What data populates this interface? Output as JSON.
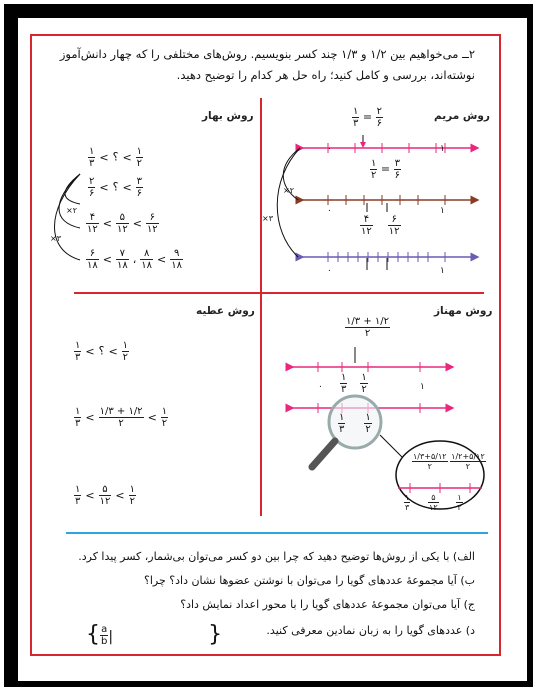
{
  "question": {
    "line1": "۲ــ می‌خواهیم بین ۱/۲ و ۱/۳ چند کسر بنویسیم. روش‌های مختلفی را که چهار دانش‌آموز",
    "line2": "نوشته‌اند، بررسی و کامل کنید؛ راه حل هر کدام را توضیح دهید."
  },
  "methods": {
    "maryam": "روش مریم",
    "bahar": "روش بهار",
    "mahnaz": "روش مهناز",
    "atiyeh": "روش عطیه"
  },
  "maryam": {
    "top_eq": {
      "n1": "۱",
      "d1": "۳",
      "eq": "=",
      "n2": "۲",
      "d2": "۶"
    },
    "mid_eq": {
      "n1": "۱",
      "d1": "۲",
      "eq": "=",
      "n2": "۳",
      "d2": "۶"
    },
    "bottom_fracs": [
      {
        "n": "۴",
        "d": "۱۲"
      },
      {
        "n": "۶",
        "d": "۱۲"
      }
    ],
    "zero": "۰",
    "one": "۱",
    "times2": "×۲",
    "times3": "×۳"
  },
  "bahar": {
    "q": "؟",
    "row1": {
      "a": {
        "n": "۱",
        "d": "۳"
      },
      "b": {
        "n": "۱",
        "d": "۲"
      }
    },
    "row2": {
      "a": {
        "n": "۲",
        "d": "۶"
      },
      "b": {
        "n": "۳",
        "d": "۶"
      }
    },
    "row3": {
      "a": {
        "n": "۴",
        "d": "۱۲"
      },
      "m": {
        "n": "۵",
        "d": "۱۲"
      },
      "b": {
        "n": "۶",
        "d": "۱۲"
      }
    },
    "row4": {
      "a": {
        "n": "۶",
        "d": "۱۸"
      },
      "m": {
        "n": "۷",
        "d": "۱۸"
      },
      "c": {
        "n": "۸",
        "d": "۱۸"
      },
      "b": {
        "n": "۹",
        "d": "۱۸"
      }
    },
    "times2": "×۲",
    "times3": "×۳"
  },
  "mahnaz": {
    "top_sum": {
      "n1": "۱",
      "d1": "۳",
      "plus": "+",
      "n2": "۱",
      "d2": "۲"
    },
    "line1": [
      {
        "n": "۱",
        "d": "۳"
      },
      {
        "n": "۱",
        "d": "۲"
      }
    ],
    "zero": "۰",
    "one": "۱",
    "mag": [
      {
        "n": "۱",
        "d": "۳"
      },
      {
        "n": "۱",
        "d": "۲"
      }
    ],
    "zoom_top": [
      {
        "n1": "۱",
        "d1": "۳",
        "n2": "۵",
        "d2": "۱۲",
        "den": "۲"
      },
      {
        "n1": "۱",
        "d1": "۲",
        "n2": "۵",
        "d2": "۱۲",
        "den": "۲"
      }
    ],
    "zoom_bottom": [
      {
        "n": "۱",
        "d": "۳"
      },
      {
        "n": "۵",
        "d": "۱۲"
      },
      {
        "n": "۱",
        "d": "۲"
      }
    ]
  },
  "atiyeh": {
    "q": "؟",
    "r1": {
      "a": {
        "n": "۱",
        "d": "۳"
      },
      "b": {
        "n": "۱",
        "d": "۲"
      }
    },
    "r2": {
      "a": {
        "n": "۱",
        "d": "۳"
      },
      "top": "۱/۳ + ۱/۲",
      "den": "۲",
      "b": {
        "n": "۱",
        "d": "۲"
      }
    },
    "r3": {
      "a": {
        "n": "۱",
        "d": "۳"
      },
      "m": {
        "n": "۵",
        "d": "۱۲"
      },
      "b": {
        "n": "۱",
        "d": "۲"
      }
    }
  },
  "bottom": {
    "alef": "الف) با یکی از روش‌ها توضیح دهید که چرا بین دو کسر می‌توان بی‌شمار، کسر پیدا کرد.",
    "be": "ب) آیا مجموعهٔ عددهای گویا را می‌توان با نوشتن عضوها نشان داد؟ چرا؟",
    "jim": "ج) آیا می‌توان مجموعهٔ عددهای گویا را با محور اعداد نمایش داد؟",
    "dal": "د) عددهای گویا را به زبان نمادین معرفی کنید.",
    "set_a": "a",
    "set_b": "b"
  },
  "colors": {
    "pink": "#e8287c",
    "brown": "#8a3b25",
    "purple": "#6a5bb5",
    "red": "#d7262e",
    "blue": "#2aa7df"
  }
}
